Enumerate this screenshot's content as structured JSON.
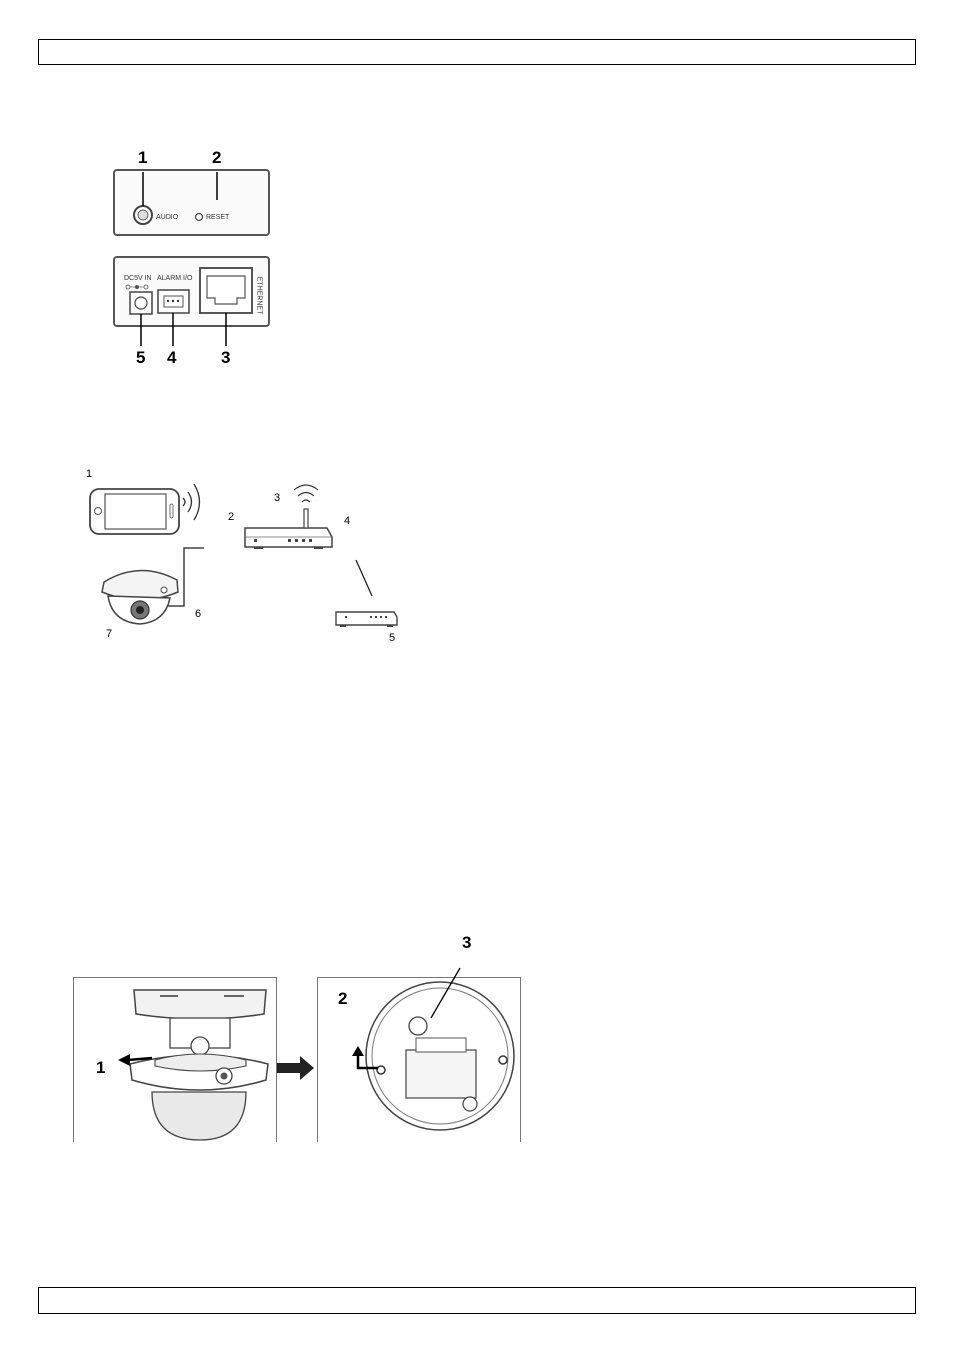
{
  "header": {
    "text": ""
  },
  "footer": {
    "text": ""
  },
  "panel_figure": {
    "top_panel": {
      "callouts": [
        "1",
        "2"
      ],
      "audio_label": "AUDIO",
      "reset_label": "RESET"
    },
    "bottom_panel": {
      "callouts": [
        "5",
        "4",
        "3"
      ],
      "dc_label": "DC5V IN",
      "alarm_label": "ALARM I/O",
      "ethernet_label": "ETHERNET"
    }
  },
  "network_figure": {
    "callouts": [
      "1",
      "2",
      "3",
      "4",
      "5",
      "6",
      "7"
    ]
  },
  "mount_figure": {
    "callouts": [
      "1",
      "2",
      "3"
    ]
  }
}
